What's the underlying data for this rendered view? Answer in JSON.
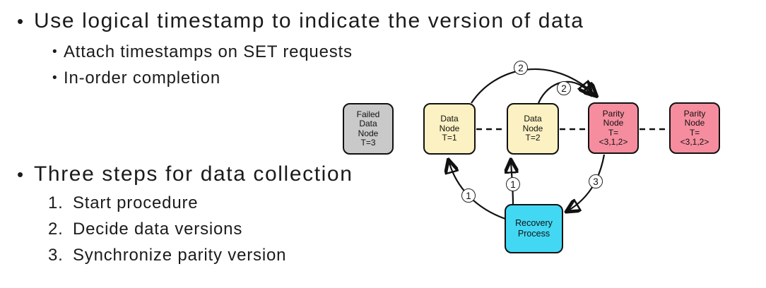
{
  "icons": {
    "bullet": "•"
  },
  "colors": {
    "failed_fill": "#c9c9c9",
    "data_fill": "#fbf1c2",
    "parity_fill": "#f58d9e",
    "recovery_fill": "#42d8f4",
    "line": "#111111",
    "text": "#1b1b1b"
  },
  "bullets": {
    "b1": "Use logical timestamp to indicate the version of data",
    "sub": [
      "Attach timestamps on SET requests",
      "In-order completion"
    ],
    "b2": "Three steps for data collection"
  },
  "steps": [
    {
      "num": "1.",
      "label": "Start procedure"
    },
    {
      "num": "2.",
      "label": "Decide data versions"
    },
    {
      "num": "3.",
      "label": "Synchronize parity version"
    }
  ],
  "diagram": {
    "failed_node": {
      "lines": [
        "Failed",
        "Data",
        "Node",
        "T=3"
      ]
    },
    "data_node_1": {
      "lines": [
        "Data",
        "Node",
        "T=1"
      ]
    },
    "data_node_2": {
      "lines": [
        "Data",
        "Node",
        "T=2"
      ]
    },
    "parity_node_1": {
      "lines": [
        "Parity",
        "Node",
        "T=",
        "<3,1,2>"
      ]
    },
    "parity_node_2": {
      "lines": [
        "Parity",
        "Node",
        "T=",
        "<3,1,2>"
      ]
    },
    "recovery_node": {
      "lines": [
        "Recovery",
        "Process"
      ]
    },
    "labels": {
      "step2_a": "2",
      "step2_b": "2",
      "step1_a": "1",
      "step1_b": "1",
      "step3": "3"
    }
  }
}
